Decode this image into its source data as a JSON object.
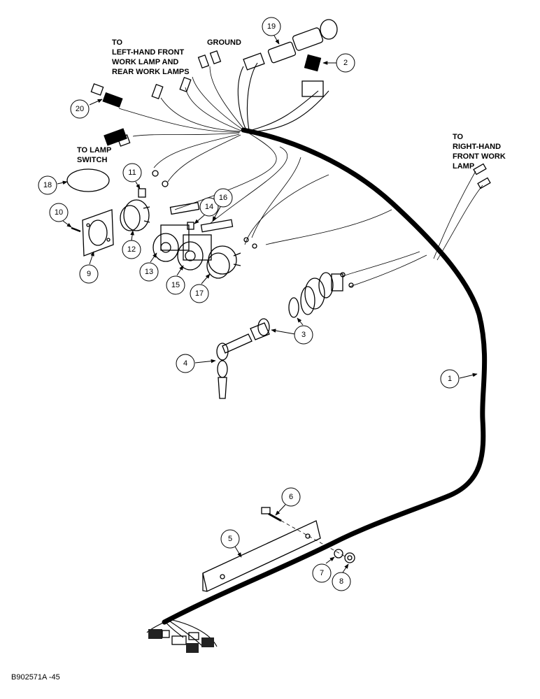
{
  "labels": {
    "left_lamps": [
      "TO",
      "LEFT-HAND FRONT",
      "WORK LAMP AND",
      "REAR WORK LAMPS"
    ],
    "ground": "GROUND",
    "lamp_switch": [
      "TO LAMP",
      "SWITCH"
    ],
    "right_lamp": [
      "TO",
      "RIGHT-HAND",
      "FRONT WORK",
      "LAMP"
    ]
  },
  "callouts": [
    "1",
    "2",
    "3",
    "4",
    "5",
    "6",
    "7",
    "8",
    "9",
    "10",
    "11",
    "12",
    "13",
    "14",
    "15",
    "16",
    "17",
    "18",
    "19",
    "20"
  ],
  "reference": "B902571A -45"
}
